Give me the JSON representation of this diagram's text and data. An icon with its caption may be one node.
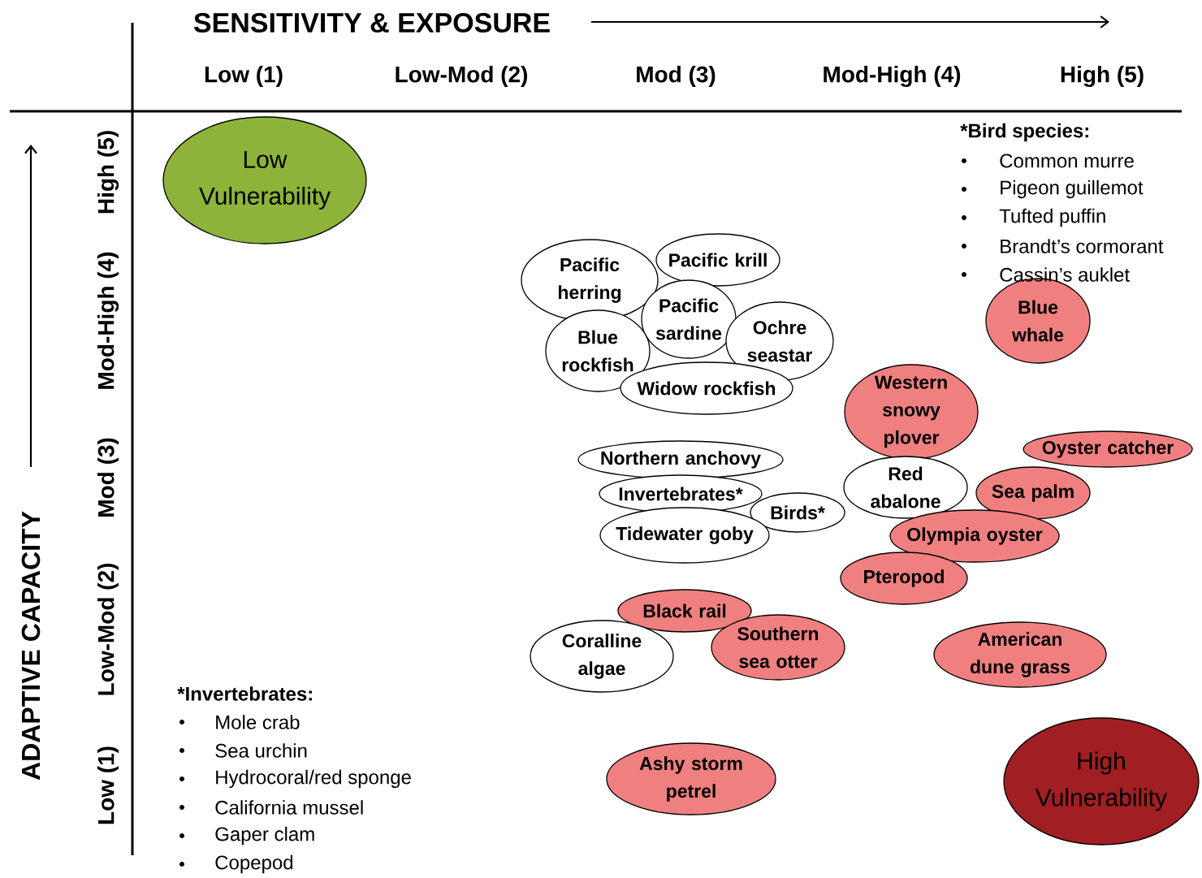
{
  "diagram": {
    "nodes": [
      {
        "text": [
          "Low Vulnerability"
        ]
      },
      {
        "text": [
          "Pacific herring"
        ]
      },
      {
        "text": [
          "Pacific krill"
        ]
      },
      {
        "text": [
          "Pacific sardine"
        ]
      },
      {
        "text": [
          "Blue rockfish"
        ]
      },
      {
        "text": [
          "Ochre seastar"
        ]
      },
      {
        "text": [
          "Widow rockfish"
        ]
      },
      {
        "text": [
          "Blue whale"
        ]
      },
      {
        "text": [
          "Western snowy plover"
        ]
      },
      {
        "text": [
          "Northern anchovy"
        ]
      },
      {
        "text": [
          "Oyster catcher"
        ]
      },
      {
        "text": [
          "Invertebrates*"
        ]
      },
      {
        "text": [
          "Red abalone"
        ]
      },
      {
        "text": [
          "Sea palm"
        ]
      },
      {
        "text": [
          "Birds*"
        ]
      },
      {
        "text": [
          "Tidewater goby"
        ]
      },
      {
        "text": [
          "Olympia oyster"
        ]
      },
      {
        "text": [
          "Pteropod"
        ]
      },
      {
        "text": [
          "Black rail"
        ]
      },
      {
        "text": [
          "Coralline algae"
        ]
      },
      {
        "text": [
          "Southern sea otter"
        ]
      },
      {
        "text": [
          "American dune grass"
        ]
      },
      {
        "text": [
          "Ashy storm petrel"
        ]
      },
      {
        "text": [
          "High Vulnerability"
        ]
      }
    ],
    "labels": [
      "SENSITIVITY & EXPOSURE",
      "Low (1)",
      "Low-Mod (2)",
      "Mod (3)",
      "Mod-High (4)",
      "High (5)",
      "ADAPTIVE CAPACITY",
      "High (5)",
      "Mod-High (4)",
      "Mod (3)",
      "Low-Mod (2)",
      "Low (1)",
      "*Bird species:",
      "Common murre",
      "Pigeon guillemot",
      "Tufted puffin",
      "Brandt’s cormorant",
      "Cassin’s auklet",
      "*Invertebrates:",
      "Mole crab",
      "Sea urchin",
      "Hydrocoral/red sponge",
      "California mussel",
      "Gaper clam",
      "Copepod"
    ]
  }
}
